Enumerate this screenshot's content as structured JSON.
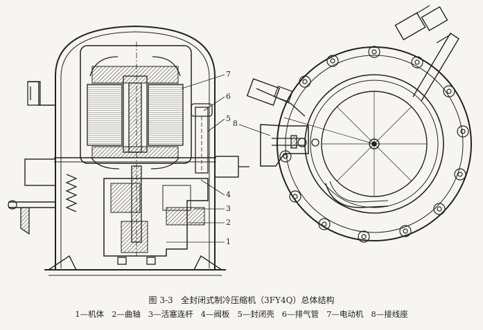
{
  "caption": {
    "figure_number": "图 3-3",
    "title": "全封闭式制冷压缩机（3FY4Q）总体结构"
  },
  "legend": [
    "1—机体",
    "2—曲轴",
    "3—活塞连杆",
    "4—阀板",
    "5—封闭壳",
    "6—排气管",
    "7—电动机",
    "8—接线座"
  ],
  "callouts": {
    "n1": "1",
    "n2": "2",
    "n3": "3",
    "n4": "4",
    "n5": "5",
    "n6": "6",
    "n7": "7",
    "n8": "8"
  }
}
